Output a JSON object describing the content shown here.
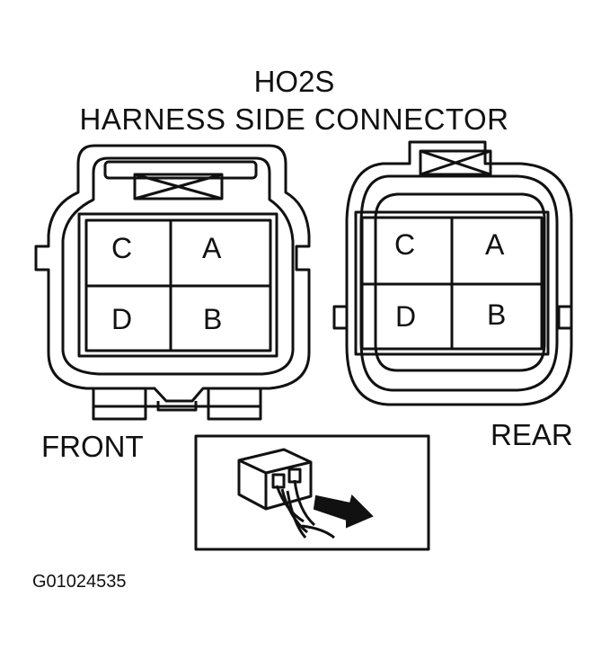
{
  "title": {
    "line1": "HO2S",
    "line2": "HARNESS SIDE CONNECTOR"
  },
  "connectors": {
    "front": {
      "label": "FRONT",
      "pins": {
        "top_left": "C",
        "top_right": "A",
        "bottom_left": "D",
        "bottom_right": "B"
      }
    },
    "rear": {
      "label": "REAR",
      "pins": {
        "top_left": "C",
        "top_right": "A",
        "bottom_left": "D",
        "bottom_right": "B"
      }
    }
  },
  "figure_code": "G01024535"
}
